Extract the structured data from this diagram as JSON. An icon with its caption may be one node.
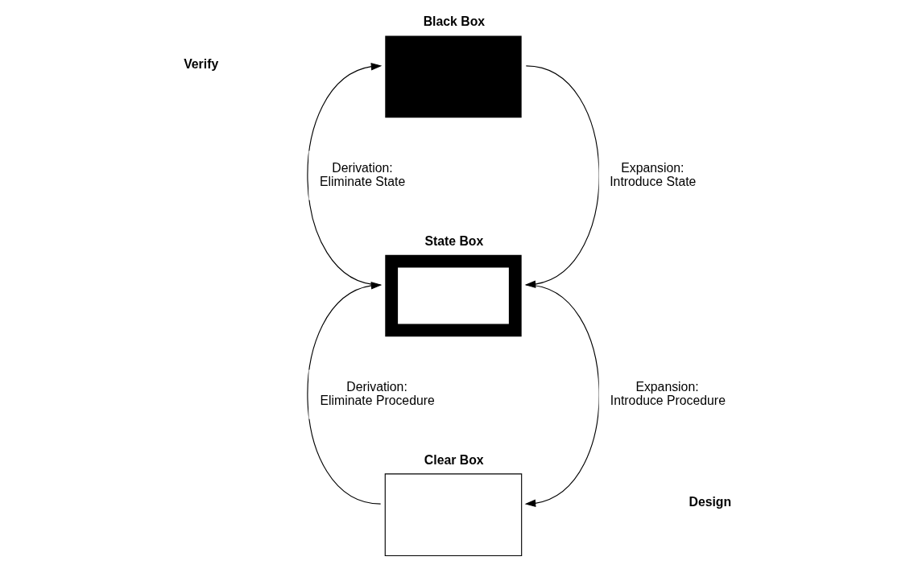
{
  "diagram": {
    "nodes": [
      {
        "text": [
          "Black Box"
        ]
      },
      {
        "text": [
          "State Box"
        ]
      },
      {
        "text": [
          "Clear Box"
        ]
      }
    ],
    "edges": [
      {
        "from": 1,
        "to": 0,
        "arrow": "to",
        "label": "Derivation: Eliminate State"
      },
      {
        "from": 0,
        "to": 1,
        "arrow": "to",
        "label": "Expansion: Introduce State"
      },
      {
        "from": 2,
        "to": 1,
        "arrow": "to",
        "label": "Derivation: Eliminate Procedure"
      },
      {
        "from": 1,
        "to": 2,
        "arrow": "to",
        "label": "Expansion: Introduce Procedure"
      }
    ],
    "labels": [
      "Verify",
      "Design"
    ]
  }
}
